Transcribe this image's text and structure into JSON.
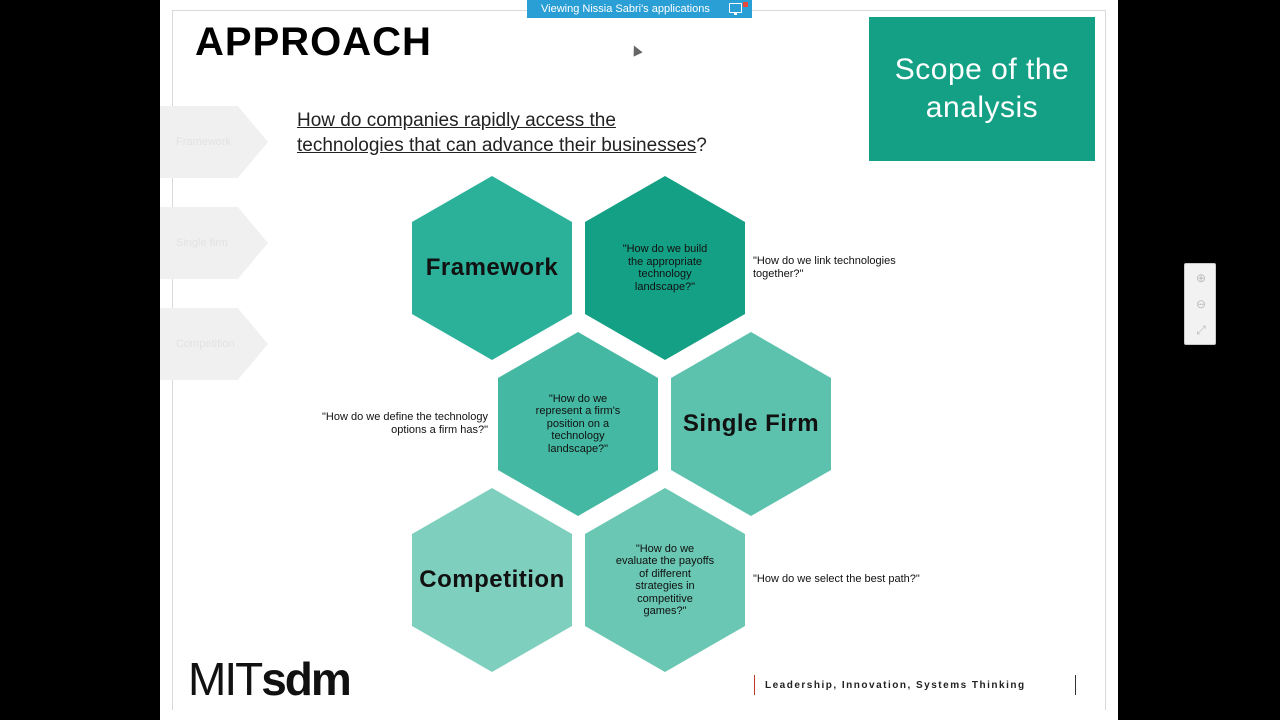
{
  "banner": {
    "text": "Viewing Nissia Sabri's applications",
    "icon": "screen-share-icon"
  },
  "slide": {
    "title": "APPROACH",
    "scope_box": "Scope of the analysis",
    "question_part1": "How do companies rapidly access the",
    "question_part2": "technologies that can advance their businesses",
    "question_mark": "?",
    "nav_arrows": [
      "Framework",
      "Single firm",
      "Competition"
    ],
    "hexagons": [
      {
        "label": "Framework",
        "kind": "title"
      },
      {
        "label": "\"How do we build the appropriate technology landscape?\"",
        "kind": "question"
      },
      {
        "label": "\"How do we represent a firm's position on a technology landscape?\"",
        "kind": "question"
      },
      {
        "label": "Single Firm",
        "kind": "title"
      },
      {
        "label": "Competition",
        "kind": "title"
      },
      {
        "label": "\"How do we evaluate the payoffs of different strategies in competitive games?\"",
        "kind": "question"
      }
    ],
    "side_questions": {
      "link": "\"How do we link technologies together?\"",
      "define": "\"How do we define the technology options a firm has?\"",
      "select": "\"How do we select the best path?\""
    },
    "logo": {
      "mit": "MIT",
      "sdm": "sdm"
    },
    "tagline": "Leadership, Innovation, Systems Thinking"
  },
  "colors": {
    "accent": "#14a085",
    "hex_dark": "#1aa68e",
    "hex_mid": "#2bb09a",
    "hex_light": "#5cc2ad",
    "hex_lightest": "#7fcfbe"
  },
  "zoom_controls": [
    "zoom-in-icon",
    "zoom-out-icon",
    "fit-icon"
  ]
}
